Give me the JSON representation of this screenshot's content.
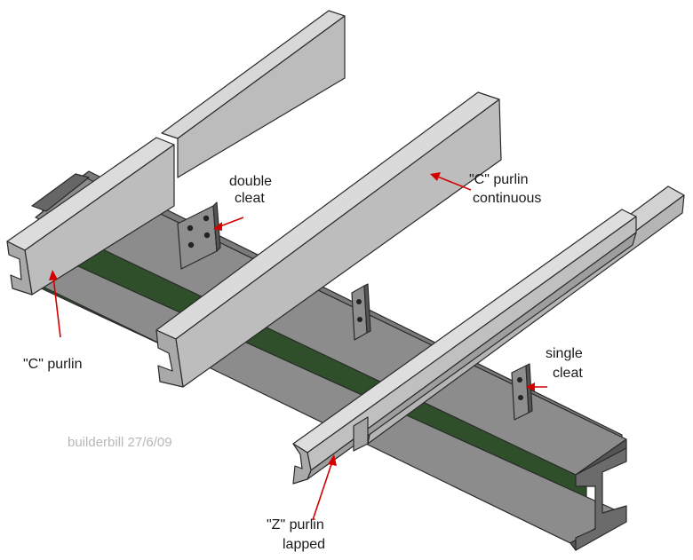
{
  "labels": {
    "double_cleat": [
      "double",
      "cleat"
    ],
    "c_purlin_continuous": [
      "\"C\" purlin",
      "continuous"
    ],
    "c_purlin": "\"C\" purlin",
    "single_cleat": [
      "single",
      "cleat"
    ],
    "z_purlin_lapped": [
      "\"Z\" purlin",
      "lapped"
    ]
  },
  "watermark": "builderbill 27/6/09",
  "colors": {
    "beam_web": "#2e4f2a",
    "beam_flange_top": "#8a8a8a",
    "beam_flange_side": "#5c5c5c",
    "purlin_top": "#d9d9d9",
    "purlin_side": "#bdbdbd",
    "arrow": "#d40000"
  }
}
